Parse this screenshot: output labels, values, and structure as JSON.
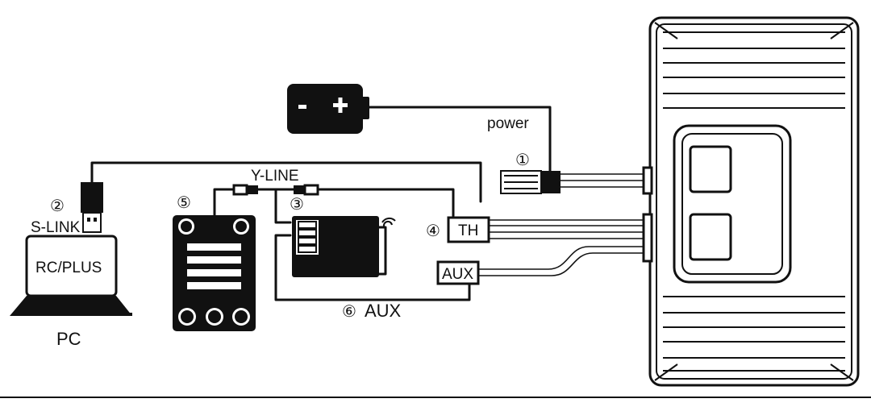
{
  "labels": {
    "power": "power",
    "y_line": "Y-LINE",
    "s_link": "S-LINK",
    "rc_plus": "RC/PLUS",
    "pc": "PC",
    "th": "TH",
    "aux_port": "AUX",
    "aux_cable": "AUX"
  },
  "markers": {
    "m1": "①",
    "m2": "②",
    "m3": "③",
    "m4": "④",
    "m5": "⑤",
    "m6": "⑥"
  },
  "battery": {
    "minus": "-",
    "plus": "+"
  }
}
